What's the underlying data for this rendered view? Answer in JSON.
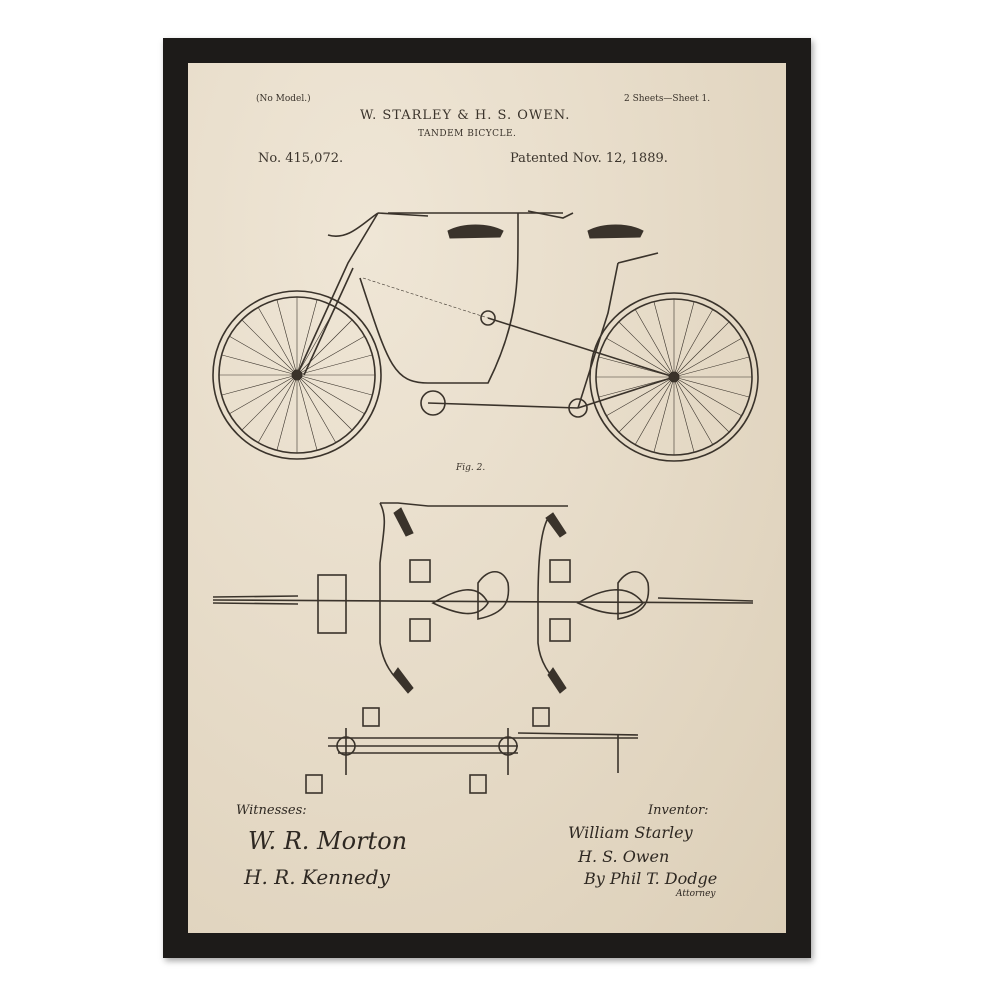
{
  "header": {
    "no_model": "(No Model.)",
    "sheets": "2 Sheets—Sheet 1.",
    "inventors": "W. STARLEY & H. S. OWEN.",
    "title": "TANDEM BICYCLE.",
    "patent_no": "No. 415,072.",
    "patented": "Patented Nov. 12, 1889."
  },
  "figures": {
    "fig2_label": "Fig. 2."
  },
  "footer": {
    "witnesses_label": "Witnesses:",
    "witness_1": "W. R. Morton",
    "witness_2": "H. R. Kennedy",
    "inventor_label": "Inventor:",
    "inventor_1": "William Starley",
    "inventor_2": "H. S. Owen",
    "attorney": "By Phil T. Dodge",
    "attorney_sub": "Attorney"
  },
  "colors": {
    "frame": "#1d1b19",
    "paper": "#e7dcc9",
    "ink": "#3a332b"
  }
}
